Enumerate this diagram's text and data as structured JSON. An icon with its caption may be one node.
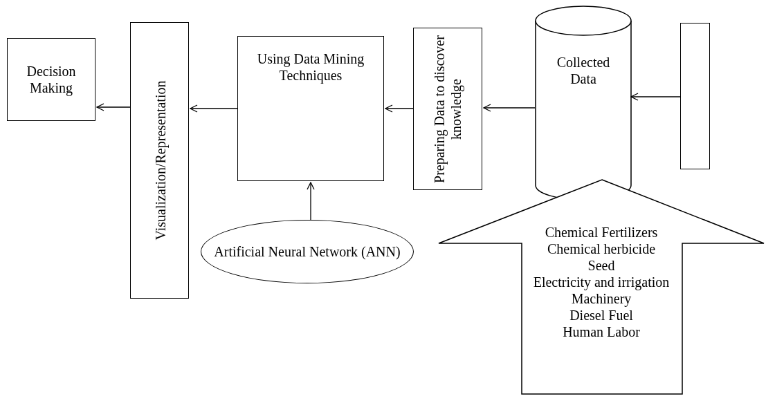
{
  "diagram": {
    "nodes": [
      {
        "text": [
          "Decision Making"
        ]
      },
      {
        "text": [
          "Visualization/Representation"
        ]
      },
      {
        "text": [
          "Using Data Mining Techniques"
        ]
      },
      {
        "text": [
          "Preparing Data to discover knowledge"
        ]
      },
      {
        "text": [
          "Collected Data"
        ]
      },
      {
        "text": [],
        "shape": "box"
      },
      {
        "text": [
          "Artificial Neural Network (ANN)"
        ]
      },
      {
        "text": [
          "Chemical Fertilizers",
          "Chemical herbicide",
          "Seed",
          "Electricity and irrigation",
          "Machinery",
          "Diesel Fuel",
          "Human Labor"
        ]
      }
    ],
    "edges": [
      {
        "from": 5,
        "to": 4,
        "arrow": "to"
      },
      {
        "from": 4,
        "to": 3,
        "arrow": "to"
      },
      {
        "from": 3,
        "to": 2,
        "arrow": "to"
      },
      {
        "from": 2,
        "to": 1,
        "arrow": "to"
      },
      {
        "from": 1,
        "to": 0,
        "arrow": "to"
      },
      {
        "from": 6,
        "to": 2,
        "arrow": "to"
      }
    ]
  }
}
